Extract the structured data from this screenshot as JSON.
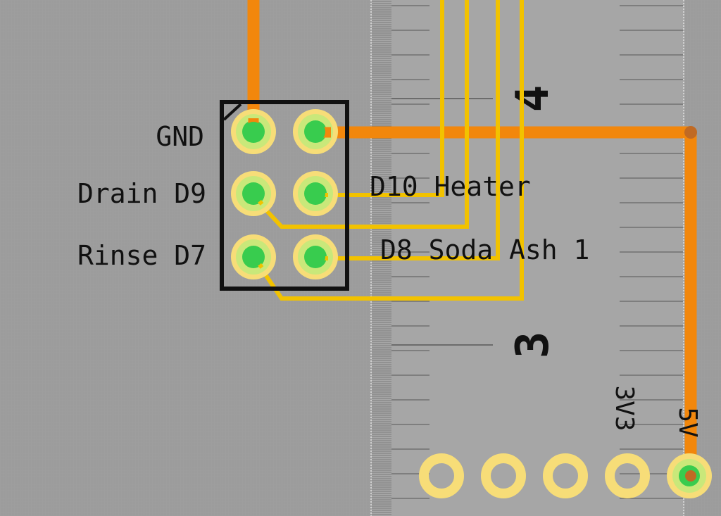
{
  "colors": {
    "background": "#9c9c9c",
    "trace_top": "#f2870c",
    "trace_bottom": "#f2c200",
    "pad_ring": "#f7dd78",
    "pad_ring_inner": "#c9e87a",
    "pad_green": "#38cc4e",
    "outline": "#111111",
    "ruler_bg": "#a8a8a8",
    "ruler_line": "#555555"
  },
  "header": {
    "pin_labels": {
      "gnd": "GND",
      "drain": "Drain D9",
      "rinse": "Rinse D7",
      "heater": "D10 Heater",
      "soda": "D8 Soda Ash 1"
    }
  },
  "ruler": {
    "label_upper": "4",
    "label_lower": "3"
  },
  "power_labels": {
    "v33": "3V3",
    "v5": "5V"
  }
}
